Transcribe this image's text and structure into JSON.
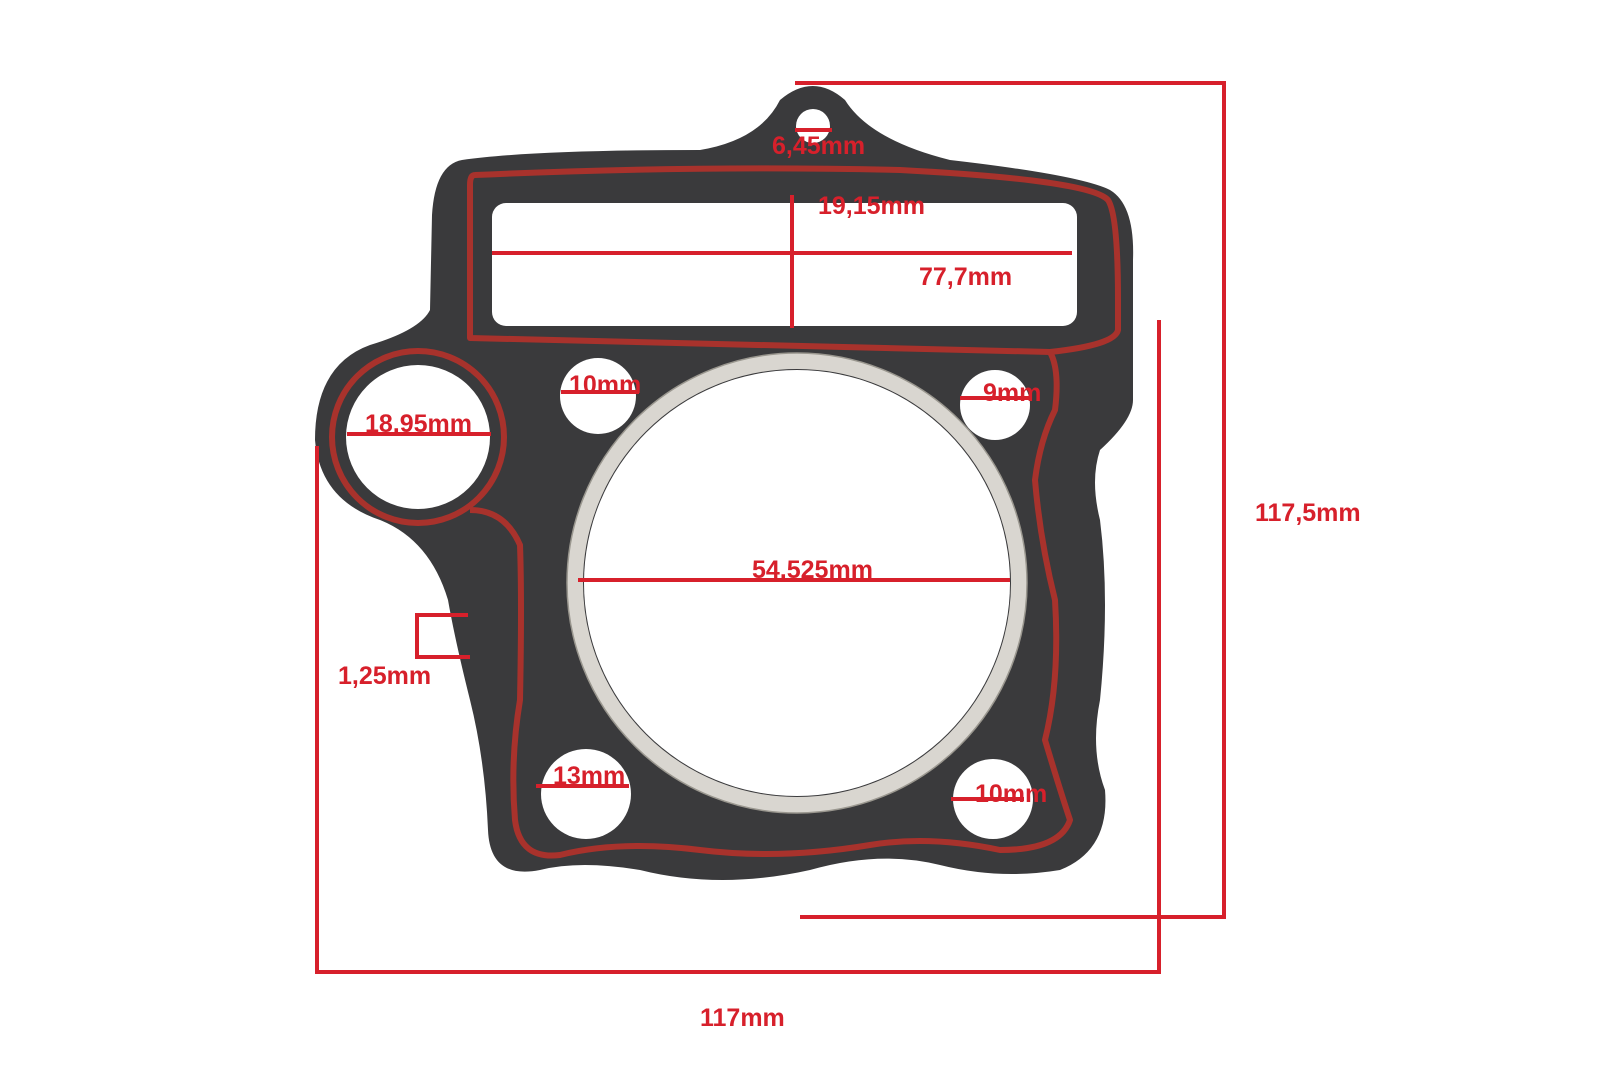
{
  "diagram": {
    "subject": "cylinder head gasket",
    "colors": {
      "gasket_body": "#3a3a3c",
      "sealing_bead": "#a8322c",
      "metal_ring": "#d9d6d0",
      "annotation": "#d7202b",
      "background": "#ffffff"
    },
    "dimensions": {
      "top_hole": "6,45mm",
      "port_height": "19,15mm",
      "port_width": "77,7mm",
      "side_oil_hole": "18,95mm",
      "stud_hole_top_left": "10mm",
      "stud_hole_top_right": "9mm",
      "bore": "54,525mm",
      "thickness": "1,25mm",
      "stud_hole_bottom_left": "13mm",
      "stud_hole_bottom_right": "10mm",
      "overall_height": "117,5mm",
      "overall_width": "117mm"
    }
  }
}
